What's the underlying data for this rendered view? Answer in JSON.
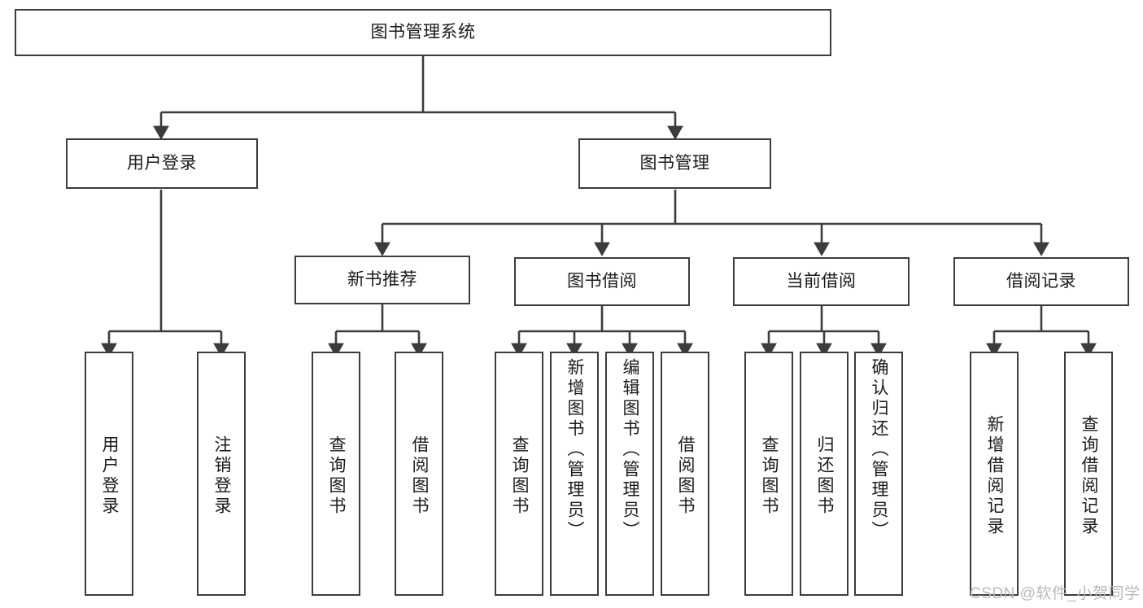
{
  "diagram": {
    "title": "图书管理系统",
    "watermark": "CSDN @软件_小贺同学",
    "colors": {
      "box_border": "#3c3c3c",
      "connector": "#3c3c3c",
      "background": "#ffffff",
      "watermark": "#b9b9b9"
    },
    "root": {
      "label": "图书管理系统"
    },
    "level2": [
      {
        "label": "用户登录"
      },
      {
        "label": "图书管理"
      }
    ],
    "level3": [
      {
        "label": "新书推荐"
      },
      {
        "label": "图书借阅"
      },
      {
        "label": "当前借阅"
      },
      {
        "label": "借阅记录"
      }
    ],
    "leaves": {
      "user_login": [
        {
          "label": "用户登录"
        },
        {
          "label": "注销登录"
        }
      ],
      "new_book_recommend": [
        {
          "label": "查询图书"
        },
        {
          "label": "借阅图书"
        }
      ],
      "book_borrow": [
        {
          "label": "查询图书"
        },
        {
          "label": "新增图书（管理员）"
        },
        {
          "label": "编辑图书（管理员）"
        },
        {
          "label": "借阅图书"
        }
      ],
      "current_borrow": [
        {
          "label": "查询图书"
        },
        {
          "label": "归还图书"
        },
        {
          "label": "确认归还（管理员）"
        }
      ],
      "borrow_record": [
        {
          "label": "新增借阅记录"
        },
        {
          "label": "查询借阅记录"
        }
      ]
    }
  }
}
